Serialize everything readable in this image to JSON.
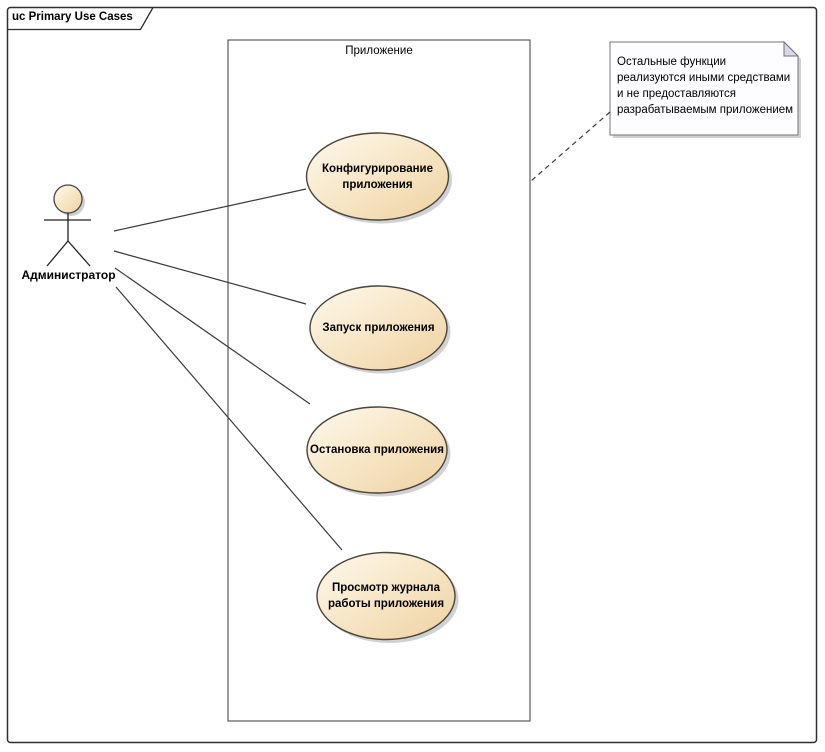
{
  "frame": {
    "title": "uc Primary Use Cases"
  },
  "system_boundary": {
    "label": "Приложение"
  },
  "actor": {
    "label": "Администратор"
  },
  "use_cases": [
    {
      "label": "Конфигурирование приложения"
    },
    {
      "label": "Запуск приложения"
    },
    {
      "label": "Остановка приложения"
    },
    {
      "label": "Просмотр журнала работы приложения"
    }
  ],
  "note": {
    "text": "Остальные функции реализуются иными средствами и не предоставляются разрабатываемым приложением"
  },
  "colors": {
    "ellipse_fill_light": "#fdf8ec",
    "ellipse_fill_dark": "#eed1a2",
    "ellipse_border": "#4a453a",
    "shadow": "#c2c2c2",
    "note_fill": "#fdfdff",
    "note_fold": "#d9d9e3",
    "note_border": "#74747e",
    "line": "#3a3a3a",
    "frame_border": "#2e2e2e"
  }
}
